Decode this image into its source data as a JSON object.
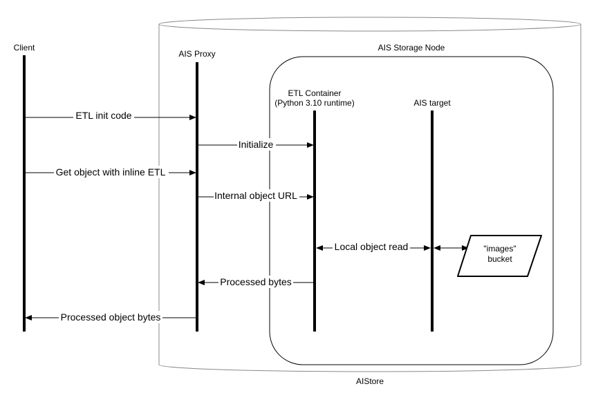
{
  "diagram": {
    "cylinder_label": "AIStore",
    "node_label": "AIS Storage Node",
    "lifelines": {
      "client": "Client",
      "proxy": "AIS Proxy",
      "etl_container_line1": "ETL Container",
      "etl_container_line2": "(Python 3.10 runtime)",
      "target": "AIS target"
    },
    "messages": {
      "etl_init": "ETL init code",
      "initialize": "Initialize",
      "get_object": "Get object with inline ETL",
      "internal_url": "Internal object URL",
      "local_read": "Local object read",
      "processed_bytes": "Processed bytes",
      "processed_object_bytes": "Processed object bytes"
    },
    "bucket": {
      "line1": "\"images\"",
      "line2": "bucket"
    },
    "colors": {
      "line": "#000000",
      "cylinder_fill": "#ffffff",
      "cylinder_stroke": "#888888",
      "node_stroke": "#000000"
    }
  }
}
